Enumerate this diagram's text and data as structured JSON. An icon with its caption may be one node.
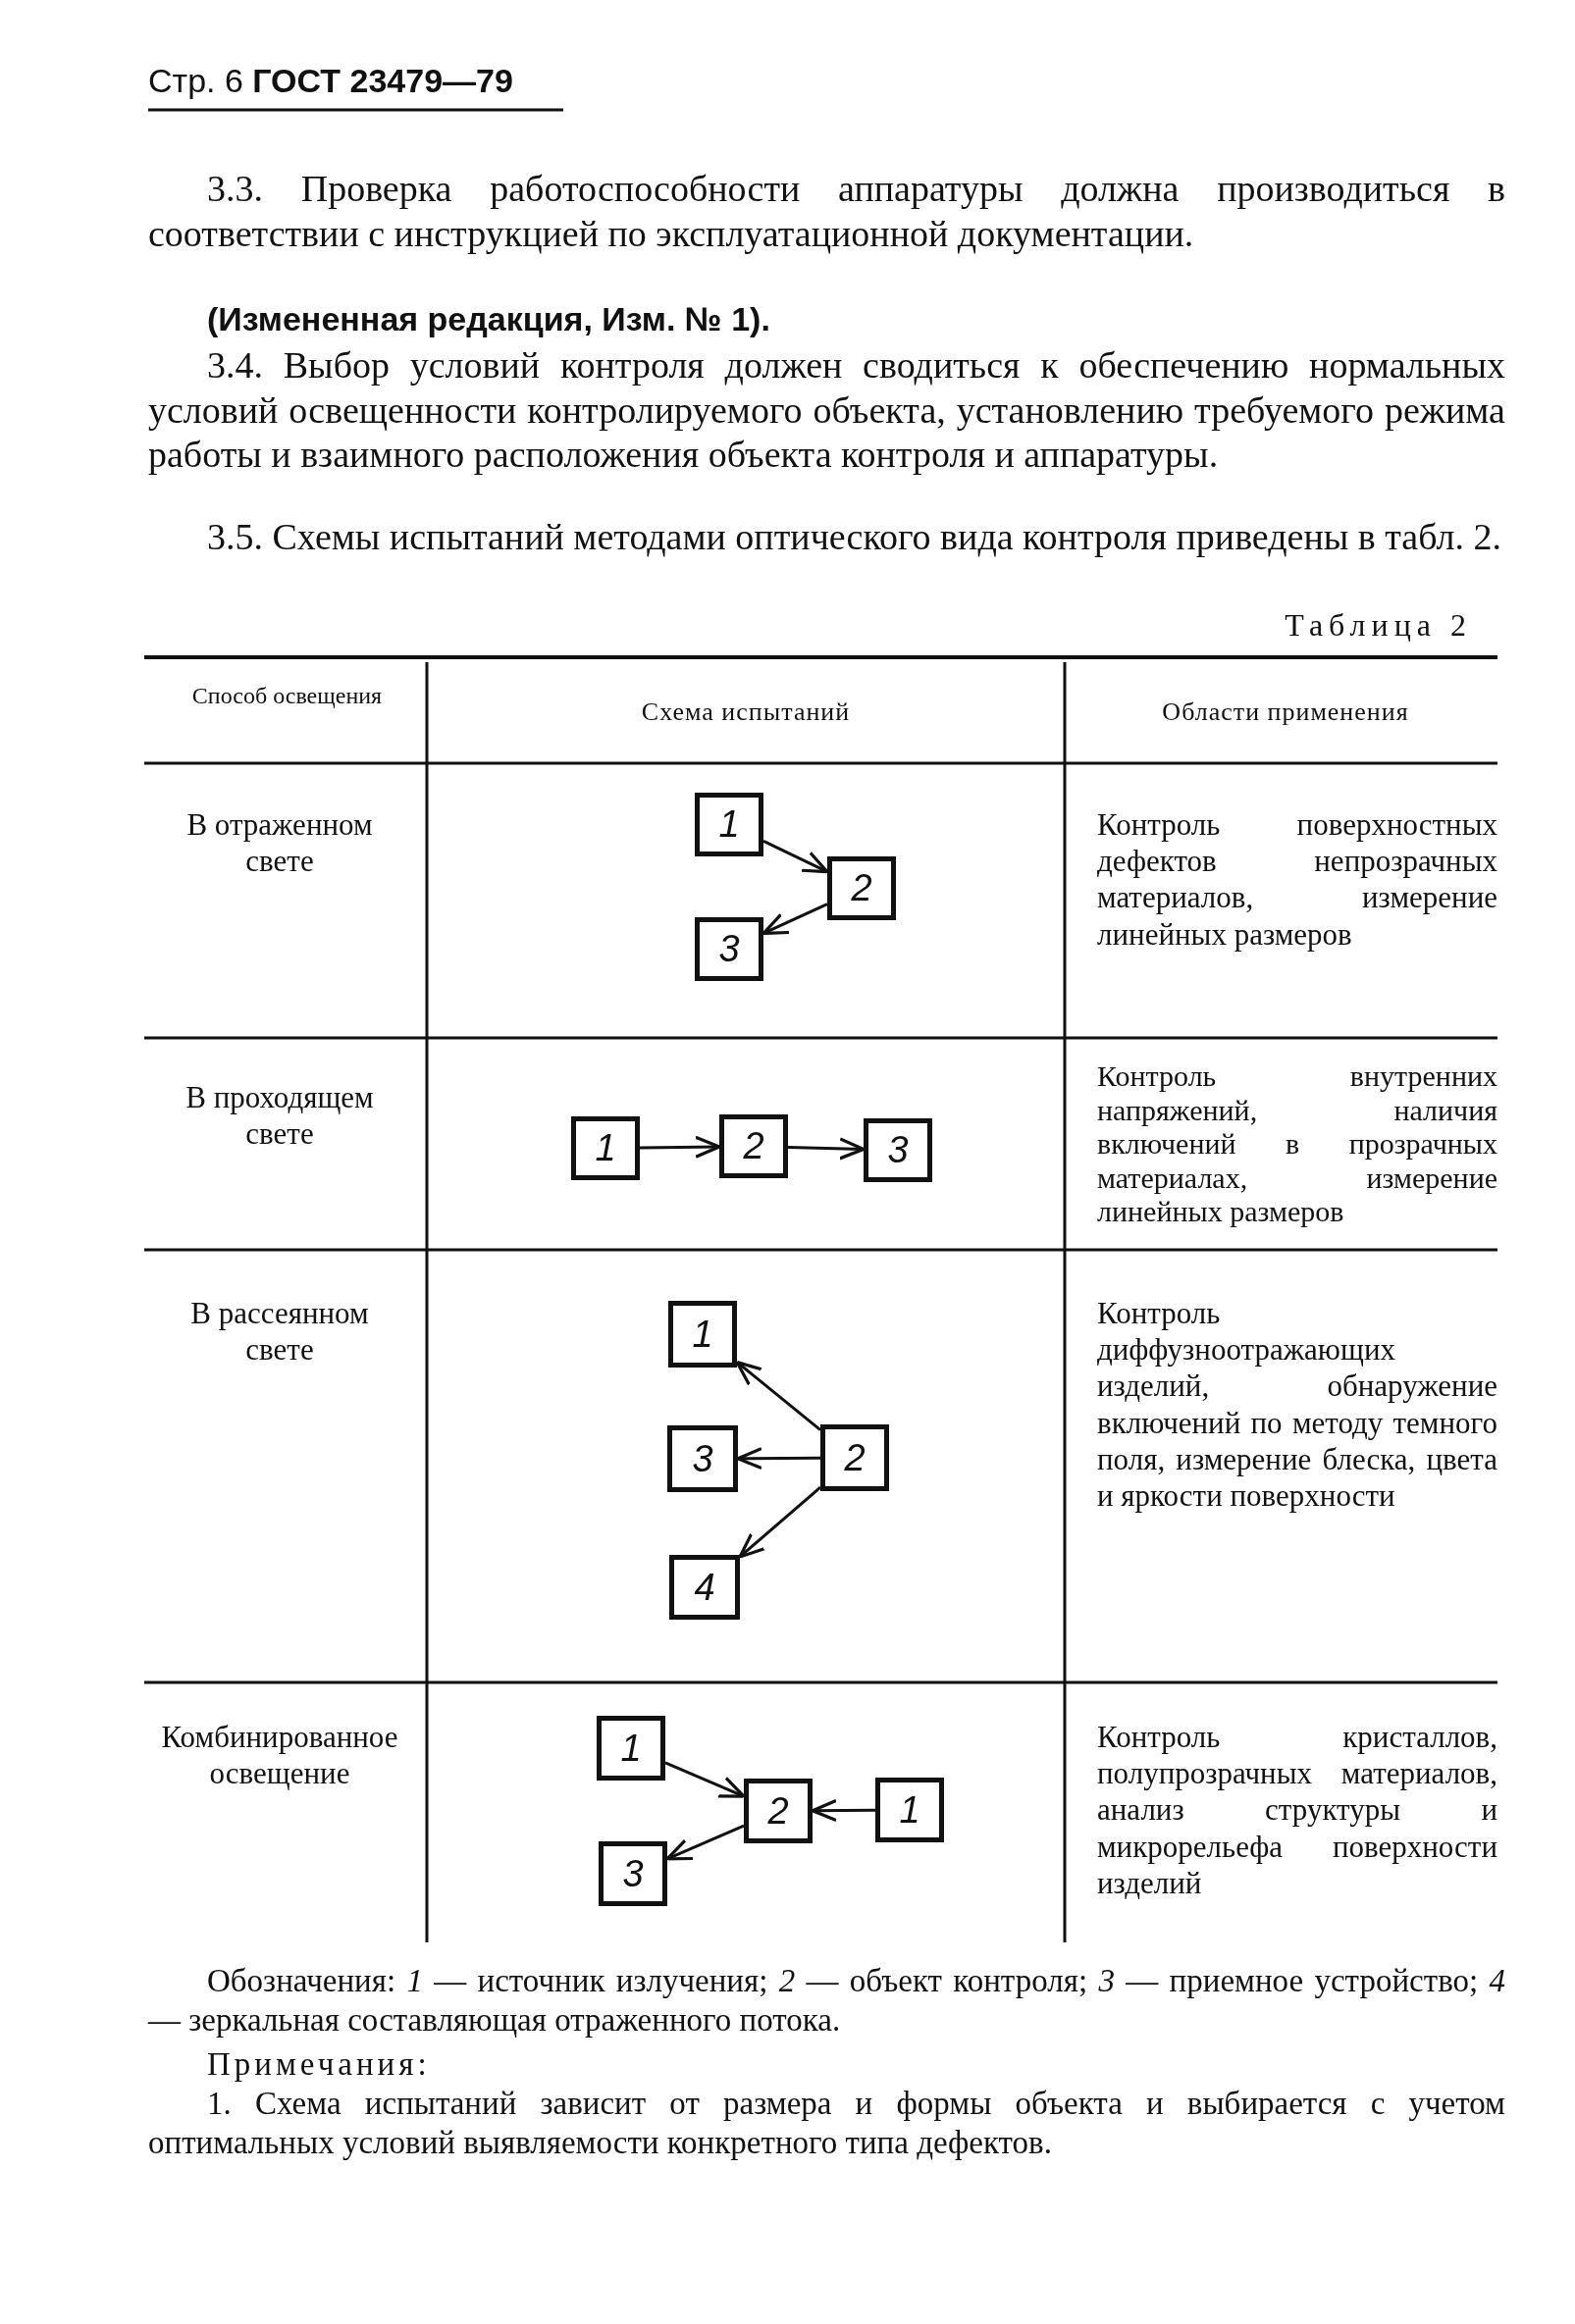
{
  "diagram": {
    "nodes": [
      {
        "text": [
          "1"
        ]
      },
      {
        "text": [
          "2"
        ]
      },
      {
        "text": [
          "3"
        ]
      },
      {
        "text": [
          "1"
        ]
      },
      {
        "text": [
          "2"
        ]
      },
      {
        "text": [
          "3"
        ]
      },
      {
        "text": [
          "1"
        ]
      },
      {
        "text": [
          "3"
        ]
      },
      {
        "text": [
          "2"
        ]
      },
      {
        "text": [
          "4"
        ]
      },
      {
        "text": [
          "1"
        ]
      },
      {
        "text": [
          "2"
        ]
      },
      {
        "text": [
          "1"
        ]
      },
      {
        "text": [
          "3"
        ]
      }
    ],
    "edges": [
      {
        "from": 0,
        "to": 1,
        "arrow": "to"
      },
      {
        "from": 1,
        "to": 2,
        "arrow": "to"
      },
      {
        "from": 3,
        "to": 4,
        "arrow": "to"
      },
      {
        "from": 4,
        "to": 5,
        "arrow": "to"
      },
      {
        "from": 8,
        "to": 6,
        "arrow": "to"
      },
      {
        "from": 8,
        "to": 7,
        "arrow": "to"
      },
      {
        "from": 8,
        "to": 9,
        "arrow": "to"
      },
      {
        "from": 10,
        "to": 11,
        "arrow": "to"
      },
      {
        "from": 12,
        "to": 11,
        "arrow": "to"
      },
      {
        "from": 11,
        "to": 13,
        "arrow": "to"
      }
    ],
    "labels": [
      "Стр. 6 **ГОСТ 23479—79**",
      "3.3. Проверка работоспособности аппаратуры должна производиться в соответствии с инструкцией по эксплуатационной документации.",
      "(Измененная редакция, Изм. № 1).",
      "3.4. Выбор условий контроля должен сводиться к обеспечению нормальных условий освещенности контролируемого объекта, установлению требуемого режима работы и взаимного расположения объекта контроля и аппаратуры.",
      "3.5. Схемы испытаний методами оптического вида контроля приведены в табл. 2.",
      "Таблица 2",
      "Способ освещения",
      "Схема испытаний",
      "Области применения",
      "В отраженном свете",
      "Контроль поверхностных дефектов непрозрачных материалов, измерение линейных размеров",
      "В проходящем свете",
      "Контроль внутренних напряжений, наличия включений в прозрачных материалах, измерение линейных размеров",
      "В рассеянном свете",
      "Контроль диффузноотражающих изделий, обнаружение включений по методу темного поля, измерение блеска, цвета и яркости поверхности",
      "Комбинированное освещение",
      "Контроль кристаллов, полупрозрачных материалов, анализ структуры и микрорельефа поверхности изделий",
      "Обозначения: *1* — источник излучения; *2* — объект контроля; *3* — приемное устройство; *4* — зеркальная составляющая отраженного потока.",
      "Примечания:",
      "1. Схема испытаний зависит от размера и формы объекта и выбирается с учетом оптимальных условий выявляемости конкретного типа дефектов."
    ]
  }
}
